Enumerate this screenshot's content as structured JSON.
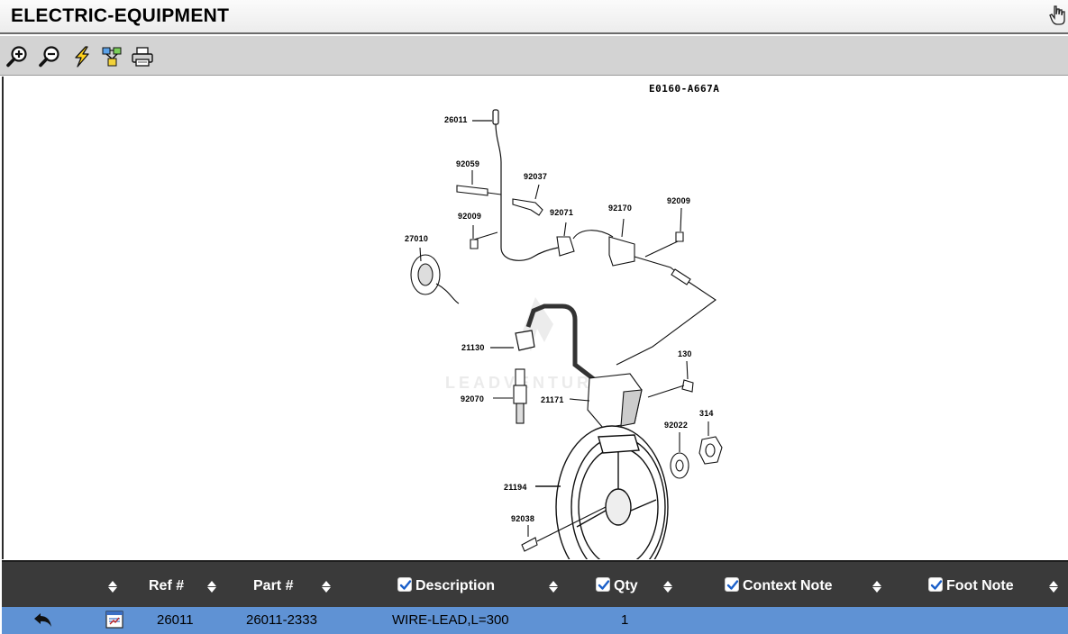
{
  "window": {
    "title": "ELECTRIC-EQUIPMENT",
    "corner_icon": "hand-pointer-icon"
  },
  "toolbar": {
    "tools": [
      "zoom-in-icon",
      "zoom-out-icon",
      "lightning-icon",
      "network-icon",
      "print-icon"
    ]
  },
  "diagram": {
    "code": "E0160-A667A",
    "callouts": [
      "26011",
      "92059",
      "92037",
      "92009",
      "92071",
      "92170",
      "92009",
      "27010",
      "21130",
      "130",
      "92070",
      "21171",
      "92022",
      "314",
      "21194",
      "92038"
    ],
    "watermark": "LEADVENTURE"
  },
  "table": {
    "columns": [
      {
        "label": "",
        "checkbox": false
      },
      {
        "label": "Ref #",
        "checkbox": false
      },
      {
        "label": "Part #",
        "checkbox": false
      },
      {
        "label": "Description",
        "checkbox": true,
        "checked": true
      },
      {
        "label": "Qty",
        "checkbox": true,
        "checked": true
      },
      {
        "label": "Context Note",
        "checkbox": true,
        "checked": true
      },
      {
        "label": "Foot Note",
        "checkbox": true,
        "checked": true
      }
    ],
    "rows": [
      {
        "action_icon": "back-arrow-icon",
        "type_icon": "part-sheet-icon",
        "ref": "26011",
        "part": "26011-2333",
        "description": "WIRE-LEAD,L=300",
        "qty": "1",
        "context_note": "",
        "foot_note": ""
      }
    ],
    "selected_row_color": "#5f92d4",
    "header_color": "#3a3a3a"
  }
}
